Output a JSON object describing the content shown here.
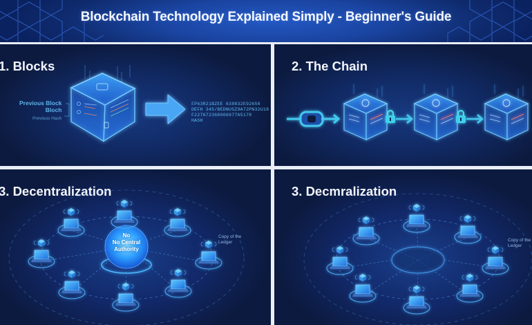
{
  "header": {
    "title": "Blockchain Technology Explained Simply - Beginner's Guide"
  },
  "panels": {
    "blocks": {
      "title": "1. Blocks",
      "previous_block_line1": "Previous Block",
      "previous_block_line2": "Bloch",
      "previous_hash": "Previous Hash",
      "hash_lines": [
        "FP63R21BZEE 638832E92658",
        "DEFH 345/BEDNUSZ9A72PN32U18",
        "F22767236800697765178",
        "HASH"
      ]
    },
    "chain": {
      "title": "2. The Chain",
      "block_count": 3,
      "lock_count": 2
    },
    "decentralization": {
      "title": "3. Decentralization",
      "center_line1": "No",
      "center_line2": "No Central",
      "center_line3": "Authority",
      "ledger_line1": "Copy of the",
      "ledger_line2": "Ledger",
      "node_count": 8
    },
    "decentralization_2": {
      "title": "3. Decmralization",
      "ledger_line1": "Copy of the",
      "ledger_line2": "Ledger",
      "node_count": 8
    }
  },
  "colors": {
    "accent_cyan": "#3fb7ff",
    "glow_blue": "#2a8cff",
    "panel_bg": "#0d1a3e",
    "header_bg": "#1a44a0",
    "divider": "#e9eef6"
  }
}
